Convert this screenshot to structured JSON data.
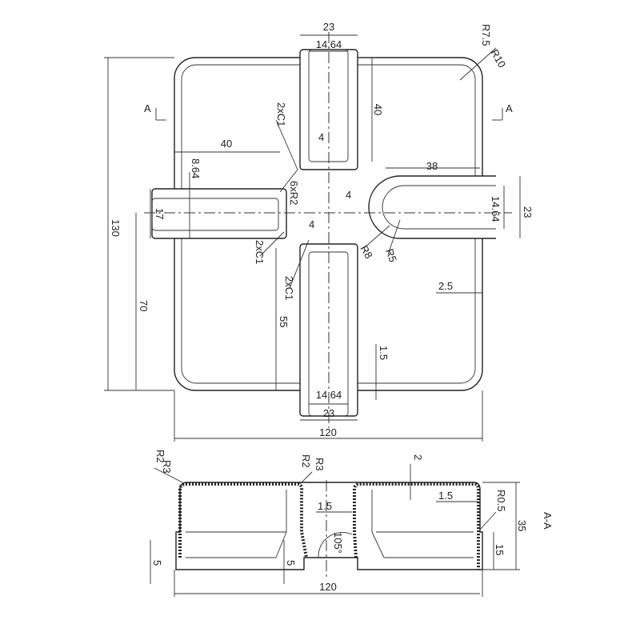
{
  "top_view": {
    "width_top": "23",
    "slot_top": "14.64",
    "slot_len_top": "40",
    "chamfer_top": "2xC1",
    "r_corner_a": "R7.5",
    "r_corner_b": "R10",
    "section_mark_left": "A",
    "section_mark_right": "A",
    "height_total": "130",
    "left_len": "40",
    "left_offset": "8.64",
    "left_width": "17",
    "left_to_bottom": "70",
    "radius_6x": "6xR2",
    "gap_a": "4",
    "gap_b": "4",
    "gap_c": "4",
    "chamfer_left": "2xC1",
    "chamfer_bottom": "2xC1",
    "bottom_len": "55",
    "right_len": "38",
    "right_width": "23",
    "right_slot": "14.64",
    "r_outer": "R8",
    "r_inner": "R5",
    "wall": "2.5",
    "wall_b": "1.5",
    "slot_bottom": "14.64",
    "width_bottom": "23",
    "width_total": "120"
  },
  "section_view": {
    "title": "A-A",
    "r2_left": "R2",
    "r3_left": "R3",
    "r2_mid": "R2",
    "r3_mid": "R3",
    "top_thk": "2",
    "wall_mid": "1.5",
    "wall_right": "1.5",
    "r05": "R0.5",
    "height": "35",
    "step": "15",
    "angle": "105°",
    "foot_left": "5",
    "foot_mid": "5",
    "width": "120"
  }
}
